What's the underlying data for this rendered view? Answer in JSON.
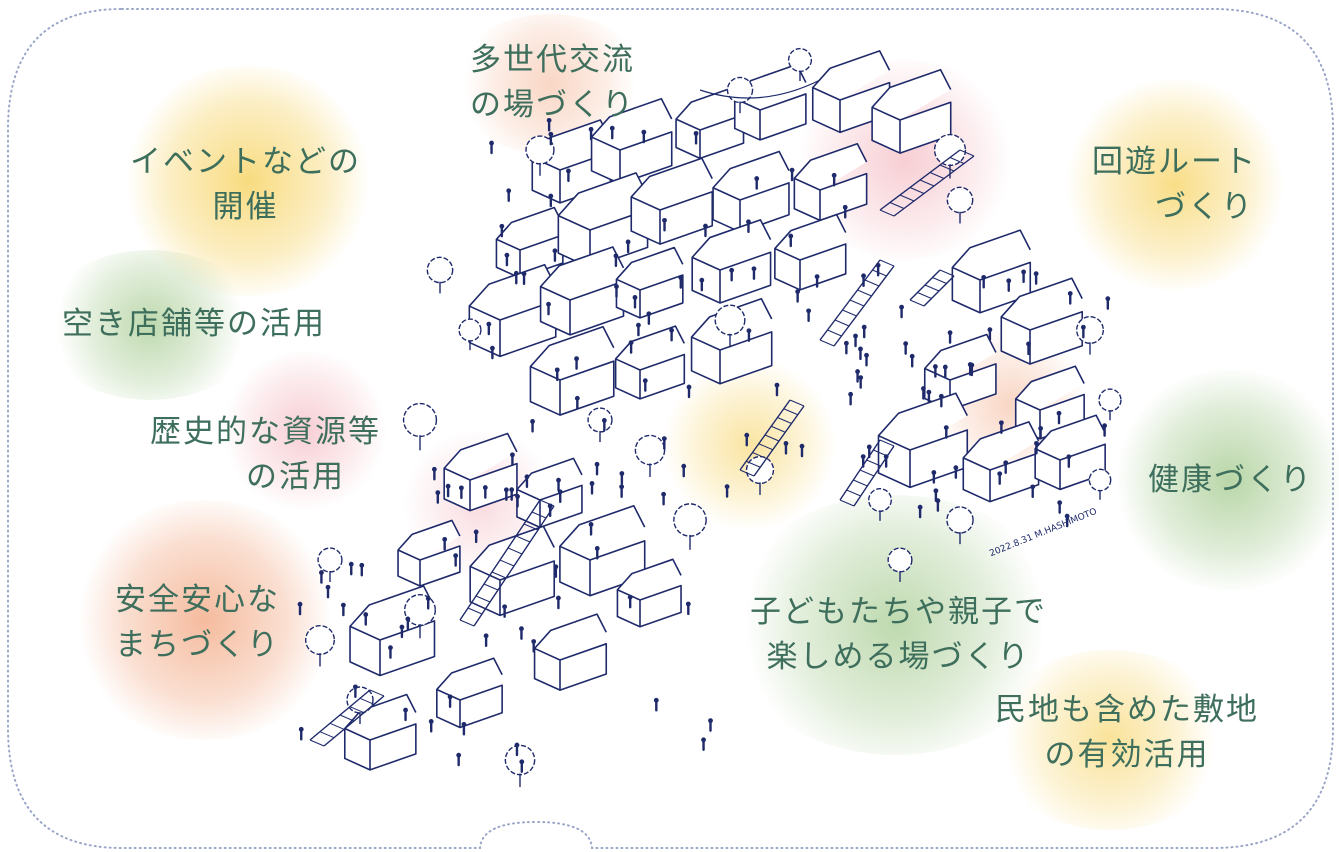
{
  "labels": {
    "event": [
      "イベントなどの",
      "開催"
    ],
    "multigen": [
      "多世代交流",
      "の場づくり"
    ],
    "route": [
      "回遊ルート",
      "づくり"
    ],
    "vacant": [
      "空き店舗等の活用"
    ],
    "history": [
      "歴史的な資源等",
      "の活用"
    ],
    "health": [
      "健康づくり"
    ],
    "safety": [
      "安全安心な",
      "まちづくり"
    ],
    "children": [
      "子どもたちや親子で",
      "楽しめる場づくり"
    ],
    "land": [
      "民地も含めた敷地",
      "の有効活用"
    ]
  },
  "signature": "2022.8.31 M.HASHIMOTO",
  "colors": {
    "text": "#3e6e5c",
    "ink": "#1f2a6b",
    "frame": "#9aa6c8",
    "yellow": "#f6cf55",
    "green": "#93c079",
    "pink": "#f1a6b0",
    "salmon": "#f2a47d"
  }
}
